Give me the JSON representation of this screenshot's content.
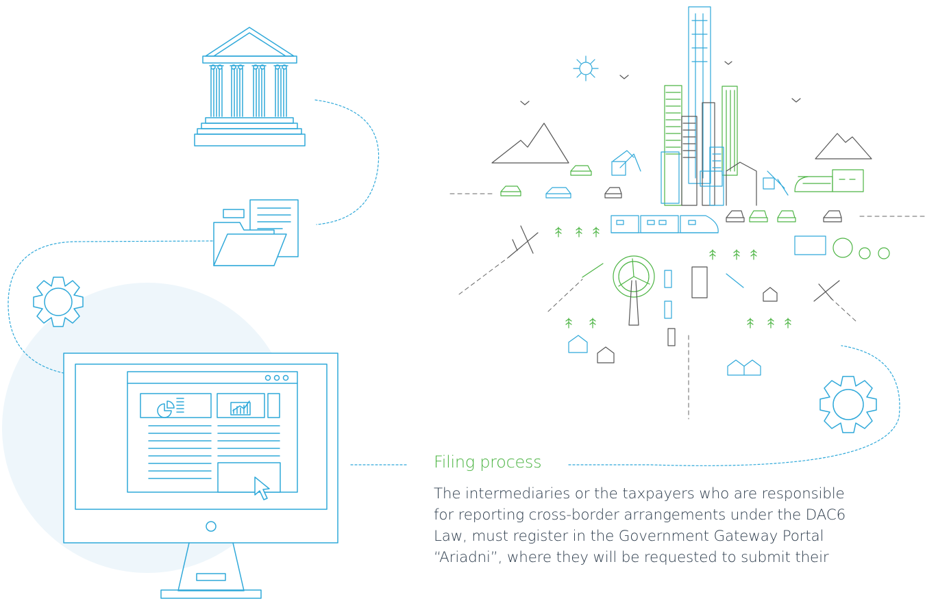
{
  "colors": {
    "blue": "#2ea8d9",
    "green": "#4cb443",
    "dark": "#555555",
    "circle_bg": "#eef6fb",
    "heading": "#4cb443",
    "text": "#2d3c4c"
  },
  "icons": [
    "bank-building-icon",
    "folder-document-icon",
    "gear-icon",
    "computer-monitor-icon",
    "city-illustration"
  ],
  "section": {
    "heading": "Filing process",
    "lines": [
      "The intermediaries or the taxpayers who are responsible",
      "for reporting cross-border arrangements under the DAC6",
      "Law, must register in the Government Gateway Portal",
      "“Ariadni”, where they will be requested to submit their"
    ]
  }
}
